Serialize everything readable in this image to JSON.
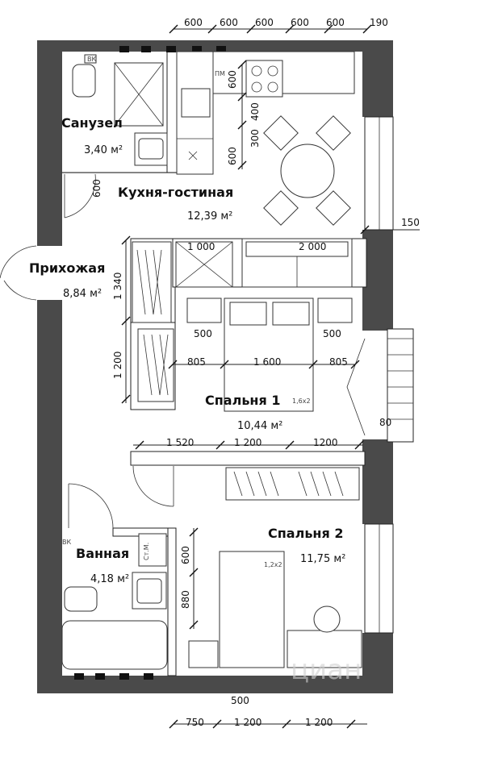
{
  "rooms": {
    "sanuzel": {
      "name": "Санузел",
      "area": "3,40 м²"
    },
    "kitchen": {
      "name": "Кухня-гостиная",
      "area": "12,39 м²"
    },
    "hall": {
      "name": "Прихожая",
      "area": "8,84 м²"
    },
    "bedroom1": {
      "name": "Спальня 1",
      "area": "10,44 м²",
      "bed": "1,6х2"
    },
    "bathroom": {
      "name": "Ванная",
      "area": "4,18 м²"
    },
    "bedroom2": {
      "name": "Спальня 2",
      "area": "11,75 м²",
      "bed": "1,2х2"
    }
  },
  "labels": {
    "vk_top": "ВК",
    "vk_bottom": "ВК",
    "pm": "ПМ",
    "st_m": "Ст.М."
  },
  "dims": {
    "top": [
      "600",
      "600",
      "600",
      "600",
      "600",
      "190"
    ],
    "kitchen_600a": "600",
    "kitchen_400": "400",
    "kitchen_300": "300",
    "kitchen_600b": "600",
    "door_600": "600",
    "d150": "150",
    "d1000": "1 000",
    "d2000": "2 000",
    "d1340": "1 340",
    "d500a": "500",
    "d500b": "500",
    "d805a": "805",
    "d1600": "1 600",
    "d805b": "805",
    "d1200v": "1 200",
    "d80": "80",
    "d1520": "1 520",
    "d1200a": "1 200",
    "d1200b": "1200",
    "bath_600": "600",
    "bath_880": "880",
    "bottom_500": "500",
    "bottom": [
      "750",
      "1 200",
      "1 200"
    ]
  },
  "watermark": "циан"
}
